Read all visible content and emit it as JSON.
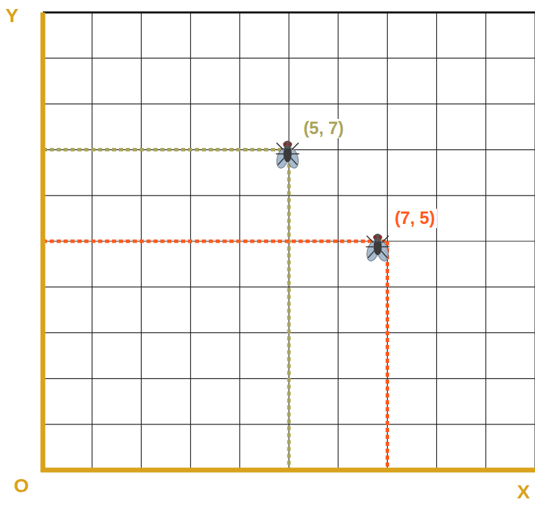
{
  "diagram": {
    "labels": [
      "Y",
      "O",
      "X",
      "(5, 7)",
      "(7, 5)"
    ]
  }
}
